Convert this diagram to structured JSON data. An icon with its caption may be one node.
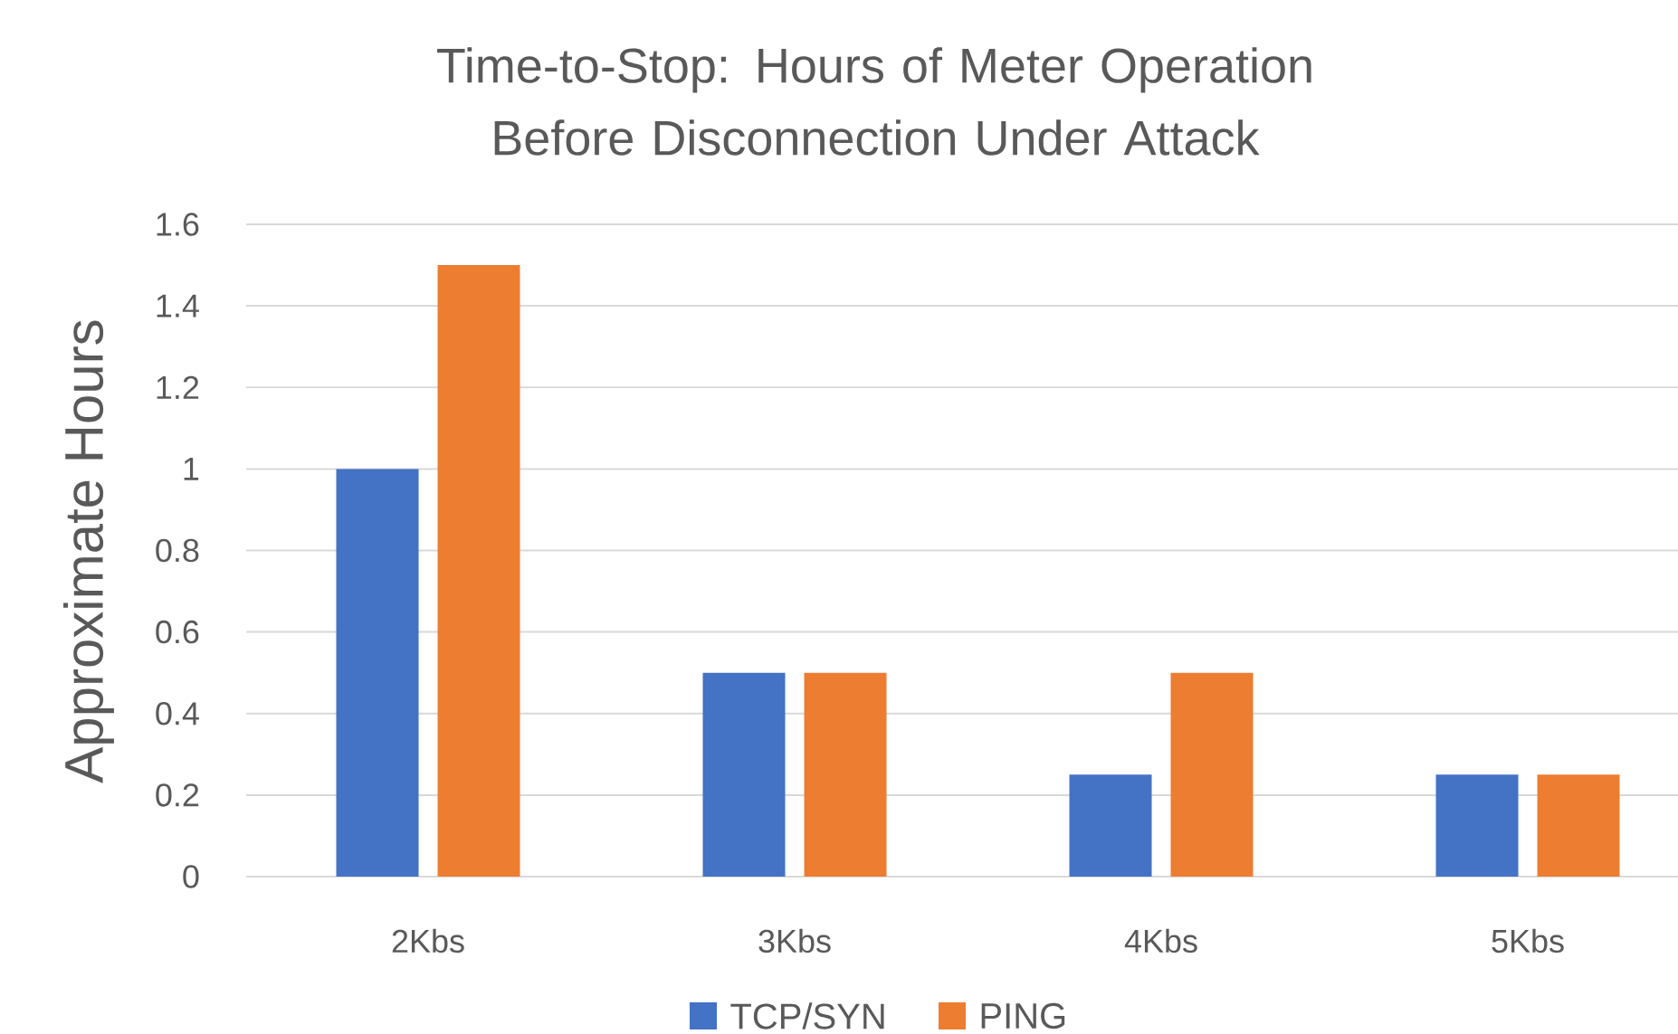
{
  "diagram": {
    "title": "Time-to-Stop: Hours of Meter Operation Before Disconnection Under Attack",
    "chart_data": {
      "type": "bar",
      "ylabel": "Approximate Hours",
      "categories": [
        "2Kbs",
        "3Kbs",
        "4Kbs",
        "5Kbs"
      ],
      "series": [
        {
          "name": "TCP/SYN",
          "color": "#4472c4",
          "values": [
            1,
            0.5,
            0.25,
            0.25
          ]
        },
        {
          "name": "PING",
          "color": "#ed7d31",
          "values": [
            1.5,
            0.5,
            0.5,
            0.25
          ]
        }
      ],
      "grid": "y",
      "legend": "bottom",
      "ylim": [
        0,
        1.6
      ],
      "yticks": [
        0,
        0.2,
        0.4,
        0.6,
        0.8,
        1,
        1.2,
        1.4,
        1.6
      ]
    }
  }
}
